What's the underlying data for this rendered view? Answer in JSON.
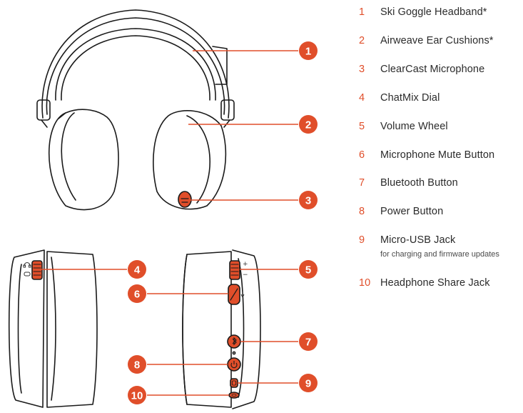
{
  "accent_color": "#e04e2a",
  "legend": [
    {
      "number": "1",
      "label": "Ski Goggle Headband*"
    },
    {
      "number": "2",
      "label": "Airweave Ear Cushions*"
    },
    {
      "number": "3",
      "label": "ClearCast Microphone"
    },
    {
      "number": "4",
      "label": "ChatMix Dial"
    },
    {
      "number": "5",
      "label": "Volume Wheel"
    },
    {
      "number": "6",
      "label": "Microphone Mute Button"
    },
    {
      "number": "7",
      "label": "Bluetooth Button"
    },
    {
      "number": "8",
      "label": "Power Button"
    },
    {
      "number": "9",
      "label": "Micro-USB Jack",
      "note": "for charging and firmware updates"
    },
    {
      "number": "10",
      "label": "Headphone Share Jack"
    }
  ],
  "side_marks": {
    "plus": "+",
    "minus": "−"
  },
  "icons": {
    "headset_glyph": "headset-icon",
    "game_glyph": "game-icon",
    "mute_glyph": "mic-mute-icon",
    "bluetooth_glyph": "bluetooth-icon",
    "power_glyph": "power-icon",
    "usb_glyph": "usb-port-icon",
    "share_glyph": "share-jack-icon"
  }
}
